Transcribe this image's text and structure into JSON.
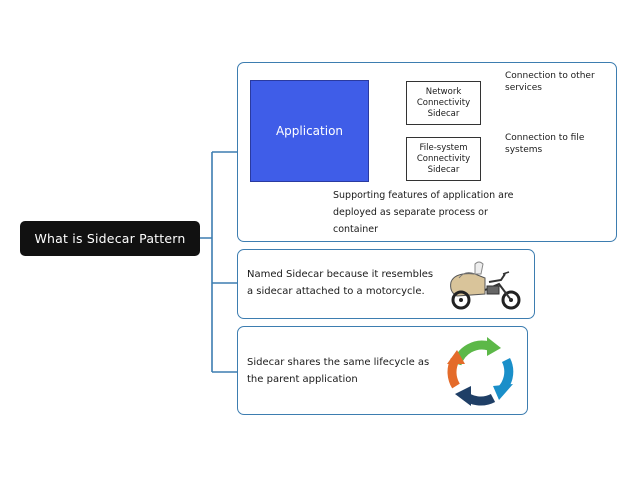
{
  "root": {
    "label": "What is Sidecar Pattern"
  },
  "card1": {
    "application": "Application",
    "sidecar_network": "Network Connectivity Sidecar",
    "sidecar_filesystem": "File-system Connectivity Sidecar",
    "conn_other": "Connection to other services",
    "conn_files": "Connection to file systems",
    "description": "Supporting features of application are deployed as separate process or container"
  },
  "card2": {
    "text": "Named Sidecar because it resembles a sidecar attached to a motorcycle.",
    "icon": "motorcycle-sidecar"
  },
  "card3": {
    "text": "Sidecar shares the same lifecycle as the parent application",
    "icon": "cycle-arrows",
    "colors": [
      "#5cb848",
      "#1a8fc9",
      "#1f3f66",
      "#e46b2a"
    ]
  },
  "colors": {
    "accent_border": "#3d7db0",
    "application_fill": "#3f5de8",
    "root_fill": "#111111"
  }
}
